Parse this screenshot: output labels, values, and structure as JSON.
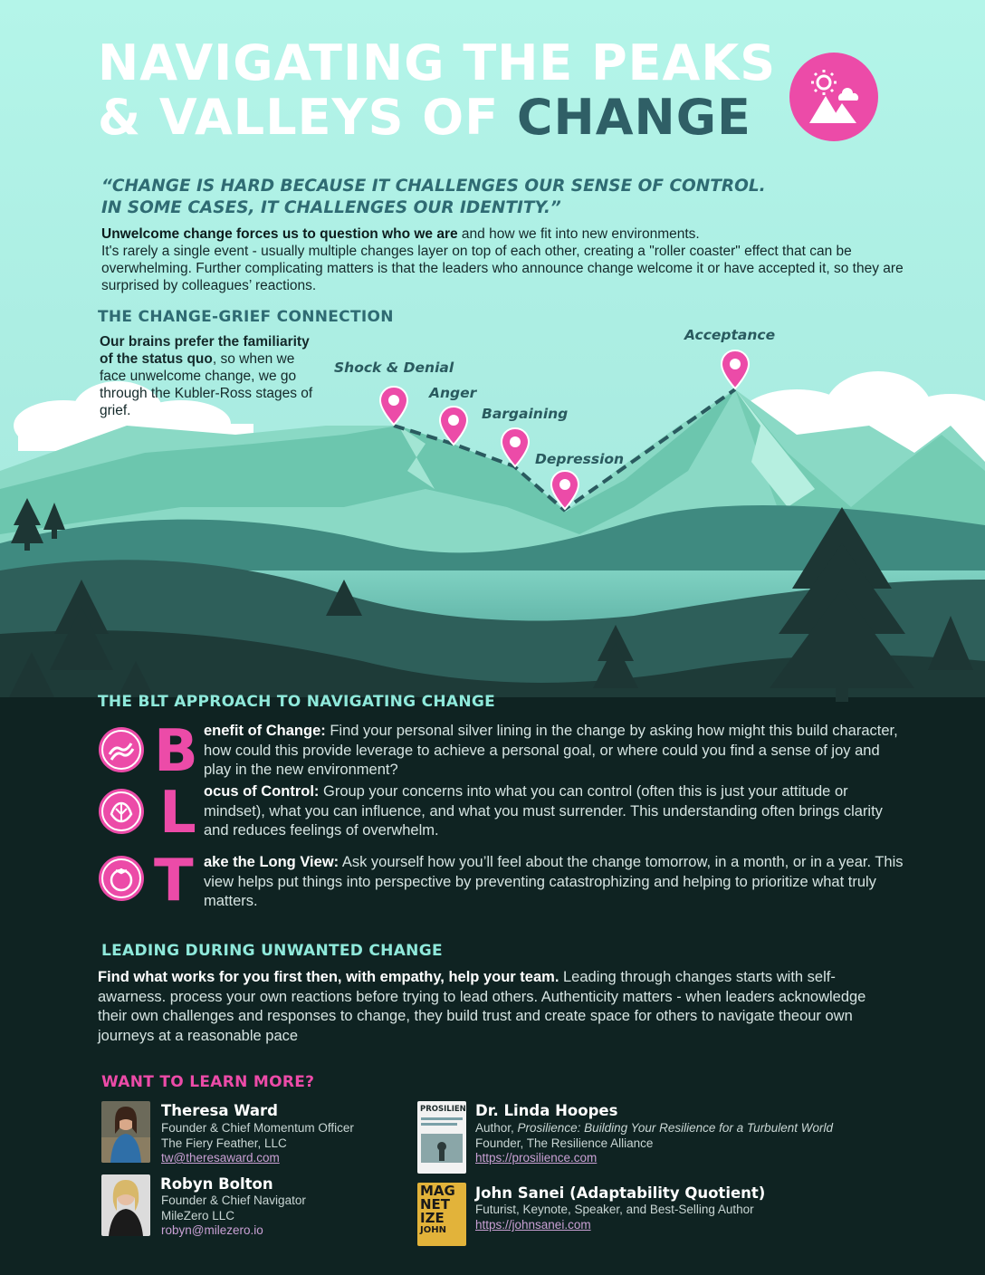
{
  "title": {
    "line1": "NAVIGATING THE PEAKS",
    "line2_prefix": "& VALLEYS OF ",
    "line2_accent": "CHANGE"
  },
  "quote": {
    "line1": "“CHANGE IS HARD BECAUSE IT CHALLENGES OUR SENSE OF CONTROL.",
    "line2": "IN SOME CASES, IT CHALLENGES OUR IDENTITY.”"
  },
  "intro": {
    "bold": "Unwelcome change forces us to question who we are",
    "rest": " and how we fit into new environments.",
    "line2": "It's rarely a single event - usually multiple changes layer on top of each other, creating a \"roller coaster\" effect that can be overwhelming. Further complicating matters is that the leaders who announce change welcome it or have accepted it, so they are surprised by colleagues’ reactions."
  },
  "grief": {
    "heading": "THE CHANGE-GRIEF CONNECTION",
    "bold": "Our brains prefer the familiarity of the status quo",
    "rest": ", so when we face unwelcome change, we go through the Kubler-Ross stages of grief.",
    "stages": [
      "Shock & Denial",
      "Anger",
      "Bargaining",
      "Depression",
      "Acceptance"
    ]
  },
  "blt": {
    "heading": "THE BLT APPROACH TO NAVIGATING CHANGE",
    "items": [
      {
        "letter": "B",
        "icon": "bacon-icon",
        "bold": "enefit of Change:",
        "text": " Find your personal silver lining in the change by asking how might this build character, how could this provide leverage to achieve a personal goal, or where could you find a sense of joy and play in the new environment?"
      },
      {
        "letter": "L",
        "icon": "lettuce-icon",
        "bold": "ocus of Control:",
        "text": " Group your concerns into what you can control (often this is just your attitude or mindset), what you can influence, and what you must surrender.  This understanding often brings clarity and reduces feelings of overwhelm."
      },
      {
        "letter": "T",
        "icon": "tomato-icon",
        "bold": "ake the Long View:",
        "text": " Ask yourself how you’ll feel about the change tomorrow, in a month, or in a year.  This view helps put things into perspective by preventing catastrophizing and helping to prioritize what truly matters."
      }
    ]
  },
  "leading": {
    "heading": "LEADING DURING UNWANTED CHANGE",
    "bold": "Find what works for you first then, with empathy, help your team.",
    "text": " Leading through changes starts with self-awarness.  process your own reactions before trying to lead others.  Authenticity matters - when leaders acknowledge their own challenges and responses to change, they build trust and create space for others to navigate theour own journeys at a reasonable pace"
  },
  "more": {
    "heading": "WANT TO LEARN MORE?",
    "contacts": [
      {
        "name": "Theresa Ward",
        "lines": [
          "Founder & Chief Momentum Officer",
          "The Fiery Feather, LLC"
        ],
        "link": "tw@theresaward.com"
      },
      {
        "name": "Robyn Bolton",
        "lines": [
          "Founder & Chief Navigator",
          "MileZero LLC"
        ],
        "link": "robyn@milezero.io"
      },
      {
        "name": "Dr. Linda Hoopes",
        "role": "Author, ",
        "book": "Prosilience: Building Your Resilience for a Turbulent World",
        "lines": [
          "Founder, The Resilience Alliance"
        ],
        "link": "https://prosilience.com",
        "cover": "PROSILIENCE"
      },
      {
        "name": "John Sanei  (Adaptability Quotient)",
        "lines": [
          "Futurist, Keynote, Speaker, and Best-Selling Author"
        ],
        "link": "https://johnsanei.com",
        "cover": [
          "MAG",
          "NET",
          "IZE",
          "JOHN"
        ]
      }
    ]
  },
  "colors": {
    "pink": "#ec4ba8",
    "mint": "#b5f4e8",
    "teal": "#2f6b73",
    "dark": "#0f2322"
  }
}
